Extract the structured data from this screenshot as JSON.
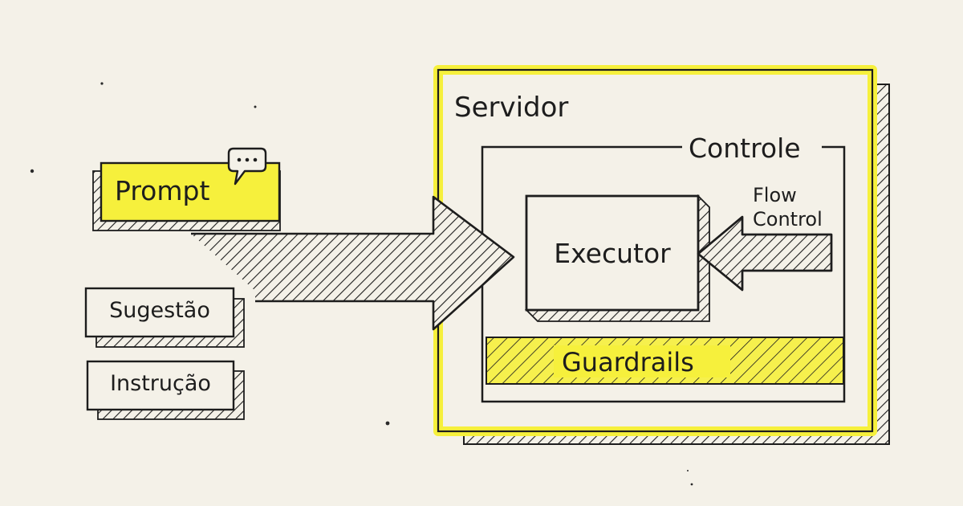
{
  "server": {
    "title": "Servidor"
  },
  "control": {
    "title": "Controle"
  },
  "executor": {
    "label": "Executor"
  },
  "flow_control": {
    "line1": "Flow",
    "line2": "Control"
  },
  "guardrails": {
    "label": "Guardrails"
  },
  "inputs": {
    "prompt": "Prompt",
    "suggestion": "Sugestão",
    "instruction": "Instrução"
  },
  "colors": {
    "highlight": "#f6f03c",
    "ink": "#1d1d1d",
    "paper": "#f4f1e8"
  },
  "icons": [
    "speech-bubble-icon"
  ]
}
